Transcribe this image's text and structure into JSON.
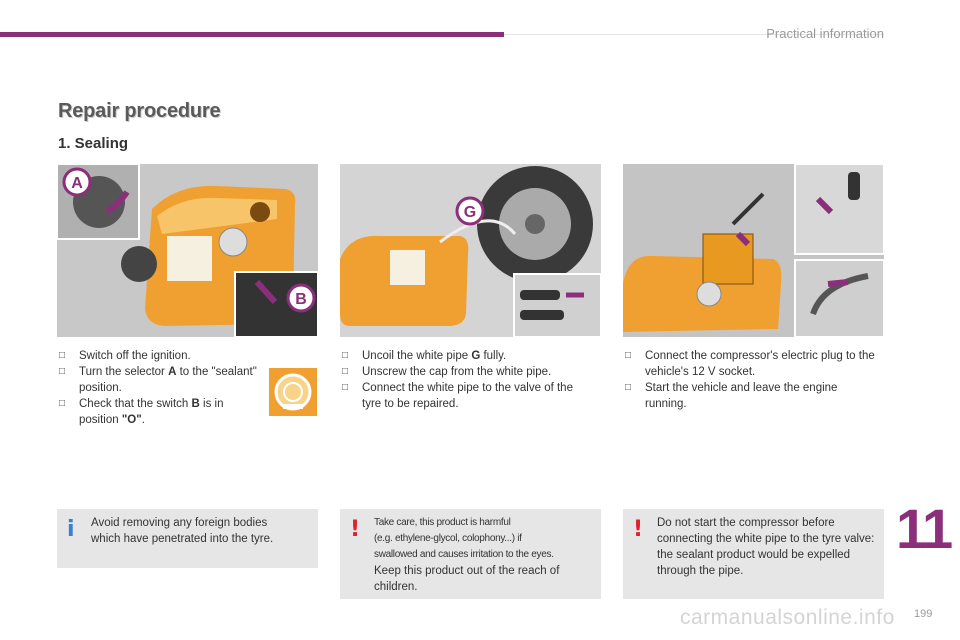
{
  "header": {
    "section_label": "Practical information"
  },
  "title": "Repair procedure",
  "subtitle": "1. Sealing",
  "photos": {
    "left": {
      "callouts": [
        "A",
        "B"
      ]
    },
    "middle": {
      "callouts": [
        "G"
      ]
    }
  },
  "columns": {
    "left": {
      "items": [
        {
          "text": "Switch off the ignition."
        },
        {
          "pre": "Turn the selector ",
          "bold": "A",
          "post": " to the \"sealant\" position."
        },
        {
          "pre": "Check that the switch ",
          "bold": "B",
          "post": " is in position ",
          "bold2": "\"O\"",
          "post2": "."
        }
      ]
    },
    "middle": {
      "items": [
        {
          "pre": "Uncoil the white pipe ",
          "bold": "G",
          "post": " fully."
        },
        {
          "text": "Unscrew the cap from the white pipe."
        },
        {
          "text": "Connect the white pipe to the valve of the tyre to be repaired."
        }
      ]
    },
    "right": {
      "items": [
        {
          "text": "Connect the compressor's electric plug to the vehicle's 12 V socket."
        },
        {
          "text": "Start the vehicle and leave the engine running."
        }
      ]
    }
  },
  "notes": {
    "info": {
      "icon": "i",
      "text": "Avoid removing any foreign bodies which have penetrated into the tyre."
    },
    "warning1": {
      "icon": "!",
      "small_line1": "Take care, this product is harmful",
      "small_line2": "(e.g. ethylene-glycol, colophony...) if",
      "small_line3": "swallowed and causes irritation to the eyes.",
      "text": "Keep this product out of the reach of children."
    },
    "warning2": {
      "icon": "!",
      "text": "Do not start the compressor before connecting the white pipe to the tyre valve: the sealant product would be expelled through the pipe."
    }
  },
  "footer": {
    "chapter": "11",
    "page": "199",
    "watermark": "carmanualsonline.info"
  },
  "colors": {
    "accent": "#8b2f7a",
    "compressor": "#f0a030",
    "warning": "#e0202a",
    "info": "#3a7fd0"
  }
}
